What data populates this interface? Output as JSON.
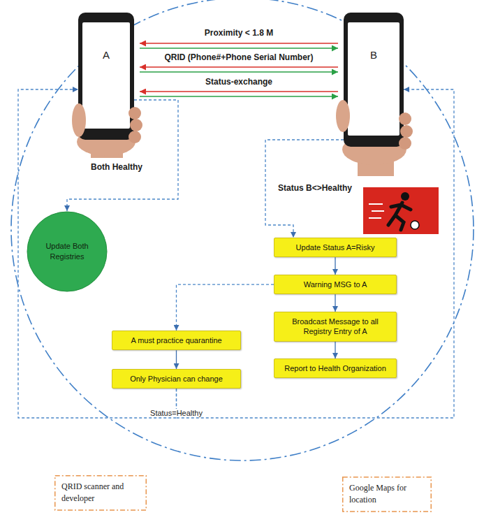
{
  "diagram": {
    "nodes": [
      {
        "text": [
          "A"
        ]
      },
      {
        "text": [
          "B"
        ]
      },
      {
        "text": [
          "Update Both Registries"
        ]
      },
      {
        "text": [
          "Update Status A=Risky"
        ]
      },
      {
        "text": [
          "Warning MSG to A"
        ]
      },
      {
        "text": [
          "Broadcast Message to all Registry Entry of A"
        ]
      },
      {
        "text": [
          "Report to Health Organization"
        ]
      },
      {
        "text": [
          "A must practice quarantine"
        ]
      },
      {
        "text": [
          "Only Physician can change"
        ]
      },
      {
        "text": [
          "QRID scanner and developer"
        ]
      },
      {
        "text": [
          "Google Maps for location"
        ]
      }
    ],
    "edges": [
      {
        "from": 0,
        "to": 1,
        "arrow": "both",
        "label": "Proximity < 1.8 M"
      },
      {
        "from": 0,
        "to": 1,
        "arrow": "both",
        "label": "QRID (Phone#+Phone Serial Number)"
      },
      {
        "from": 0,
        "to": 1,
        "arrow": "both",
        "label": "Status-exchange"
      },
      {
        "from": 0,
        "to": 2,
        "arrow": "to"
      },
      {
        "from": 1,
        "to": 3,
        "arrow": "to"
      },
      {
        "from": 3,
        "to": 4,
        "arrow": "to"
      },
      {
        "from": 4,
        "to": 5,
        "arrow": "to"
      },
      {
        "from": 5,
        "to": 6,
        "arrow": "to"
      },
      {
        "from": 4,
        "to": 7,
        "arrow": "to"
      },
      {
        "from": 7,
        "to": 8,
        "arrow": "to"
      },
      {
        "from": 8,
        "to": 0,
        "arrow": "to",
        "label": "Status=Healthy"
      },
      {
        "from": 8,
        "to": 1,
        "arrow": "to"
      }
    ],
    "labels": [
      "Both Healthy",
      "Status B<>Healthy"
    ]
  }
}
